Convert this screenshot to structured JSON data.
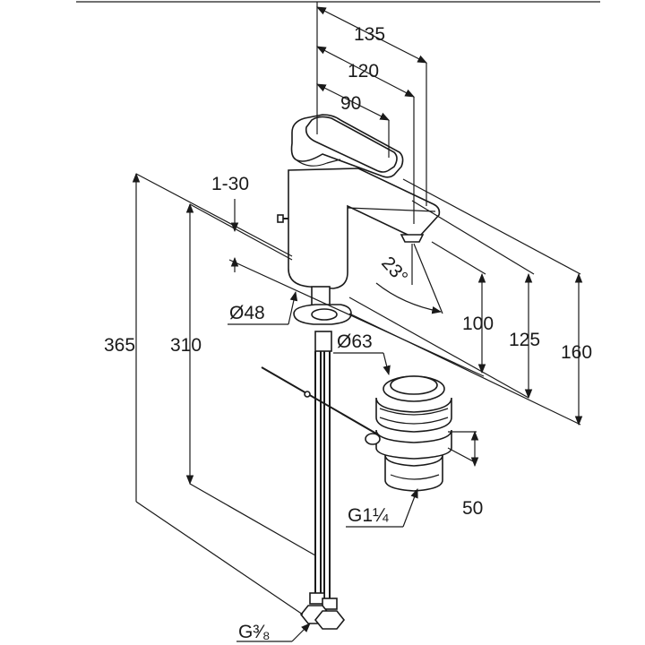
{
  "dimensions": {
    "d135": "135",
    "d120": "120",
    "d90": "90",
    "d1_30": "1-30",
    "d365": "365",
    "d310": "310",
    "d48": "Ø48",
    "d63": "Ø63",
    "d23": "23°",
    "d100": "100",
    "d125": "125",
    "d160": "160",
    "d50": "50",
    "g114": "G1¼",
    "g38": "G³⁄₈"
  },
  "colors": {
    "line": "#1a1a1a",
    "background": "#ffffff"
  }
}
